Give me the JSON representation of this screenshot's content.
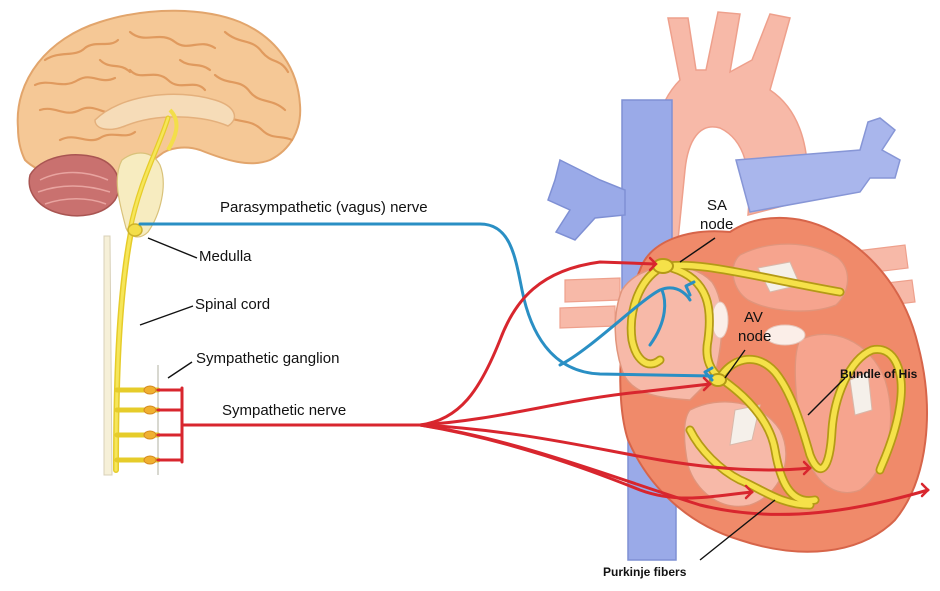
{
  "labels": {
    "parasympathetic": "Parasympathetic (vagus) nerve",
    "medulla": "Medulla",
    "spinal_cord": "Spinal cord",
    "sympathetic_ganglion": "Sympathetic ganglion",
    "sympathetic_nerve": "Sympathetic nerve",
    "sa_node_line1": "SA",
    "sa_node_line2": "node",
    "av_node_line1": "AV",
    "av_node_line2": "node",
    "bundle_of_his": "Bundle of His",
    "purkinje_fibers": "Purkinje fibers"
  },
  "colors": {
    "parasympathetic_nerve": "#2a8fc4",
    "sympathetic_nerve": "#d8262e",
    "conduction_system": "#f0dc3a",
    "brain": "#f4c79a",
    "cerebellum": "#c9716f",
    "heart_muscle": "#f08a6a",
    "aorta": "#f7b0a0",
    "vena_cava": "#9aa9e8"
  }
}
